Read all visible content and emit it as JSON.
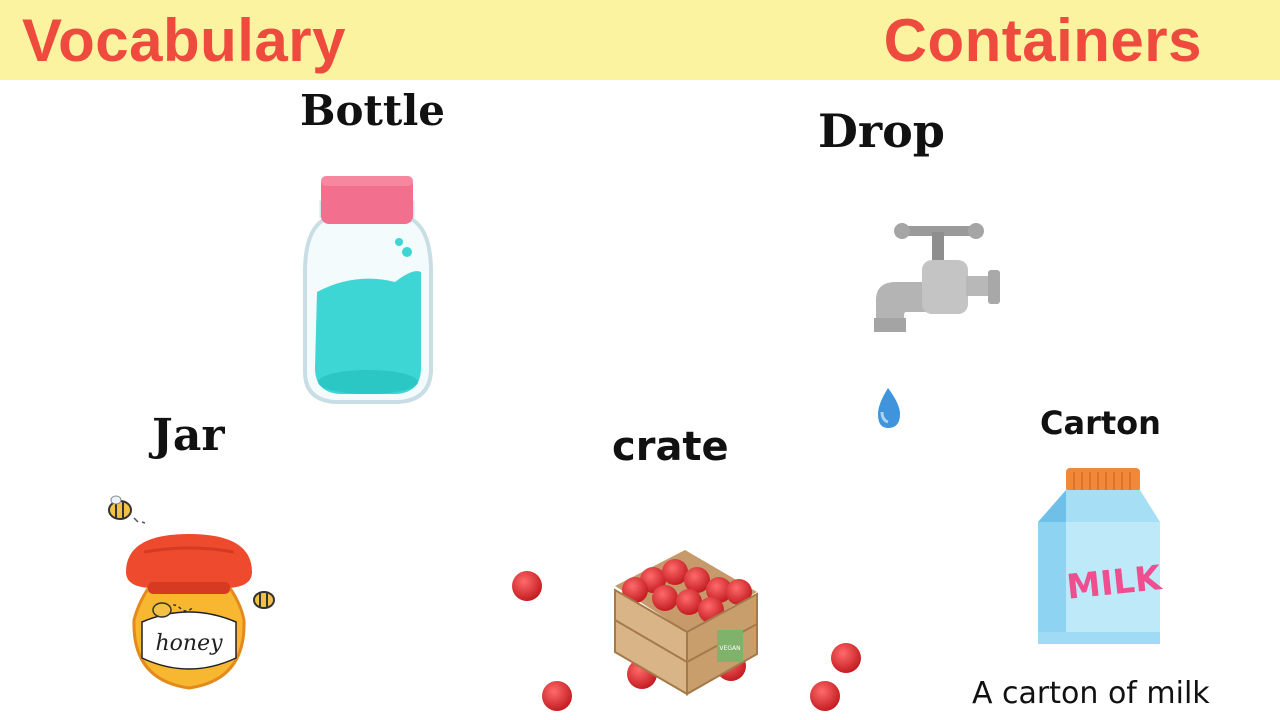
{
  "header": {
    "left_title": "Vocabulary",
    "right_title": "Containers",
    "background_color": "#fbf3a0",
    "title_color": "#ee4a3e"
  },
  "items": [
    {
      "label": "Bottle",
      "icon": "bottle-icon"
    },
    {
      "label": "Drop",
      "icon": "faucet-drop-icon"
    },
    {
      "label": "Jar",
      "icon": "honey-jar-icon"
    },
    {
      "label": "crate",
      "icon": "apple-crate-icon"
    },
    {
      "label": "Carton",
      "icon": "milk-carton-icon",
      "caption": "A carton of milk"
    }
  ],
  "illustration_text": {
    "jar_label": "honey",
    "carton_label": "MILK",
    "crate_label": "VEGAN"
  }
}
